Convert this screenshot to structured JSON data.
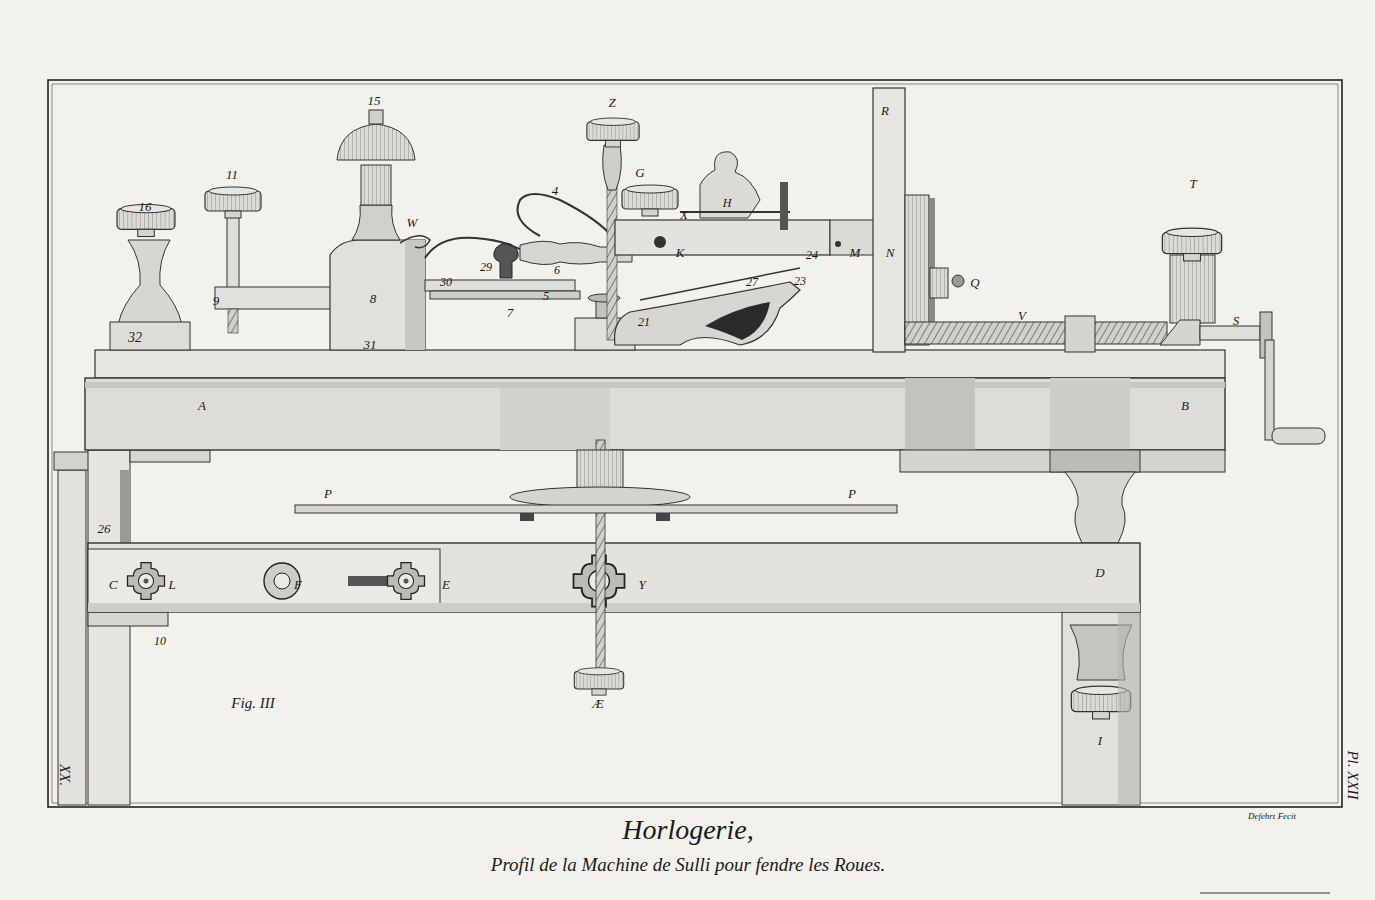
{
  "diagram": {
    "title": "Horlogerie,",
    "caption": "Profil de la Machine de Sulli pour fendre les Roues.",
    "labels": [
      "16",
      "11",
      "15",
      "Z",
      "G",
      "H",
      "4",
      "X",
      "K",
      "24",
      "M",
      "N",
      "R",
      "T",
      "Q",
      "W",
      "9",
      "8",
      "30",
      "29",
      "6",
      "7",
      "5",
      "21",
      "27",
      "23",
      "V",
      "S",
      "32",
      "31",
      "A",
      "B",
      "P",
      "P",
      "26",
      "C",
      "L",
      "F",
      "E",
      "Y",
      "D",
      "10",
      "Fig. III",
      "Æ",
      "I",
      "XX.",
      "Pl. XXII",
      "Defehrt Fecit"
    ]
  }
}
